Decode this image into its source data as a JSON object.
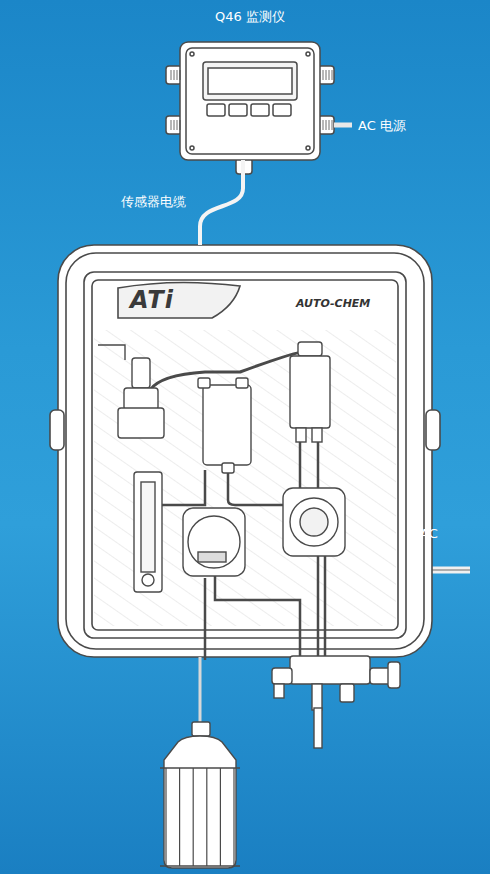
{
  "diagram": {
    "nodes": [
      {
        "text": [
          "Q46 监测仪"
        ]
      },
      {
        "text": [
          "ATi",
          "AUTO-CHEM"
        ]
      }
    ],
    "edges": [
      {
        "from": 0,
        "to": 1,
        "arrow": "none",
        "label": "传感器电缆"
      }
    ],
    "labels": [
      "AC 电源",
      "AC"
    ]
  }
}
